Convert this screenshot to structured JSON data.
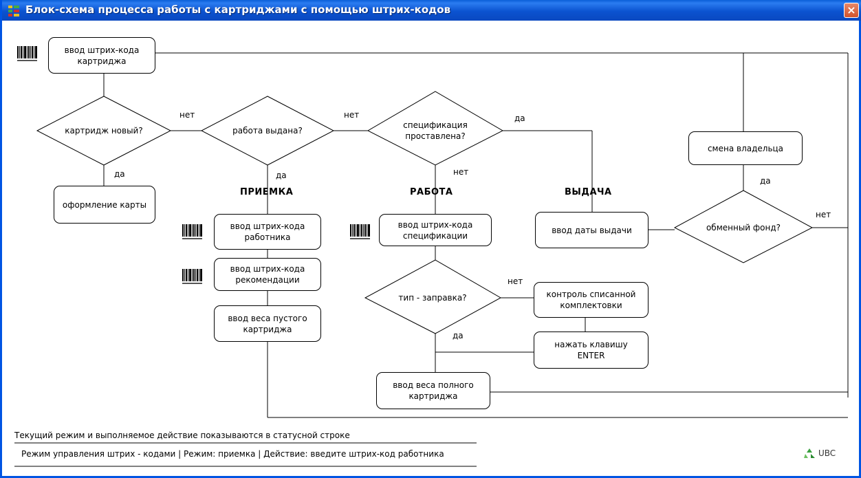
{
  "window": {
    "title": "Блок-схема процесса работы с картриджами с помощью штрих-кодов",
    "close_label": "×"
  },
  "boxes": {
    "input_cartridge": "ввод штрих-кода\nкартриджа",
    "card": "оформление карты",
    "input_worker": "ввод штрих-кода\nработника",
    "input_recommendation": "ввод  штрих-кода\nрекомендации",
    "empty_weight": "ввод веса пустого\nкартриджа",
    "input_spec": "ввод штрих-кода\nспецификации",
    "full_weight": "ввод веса полного\nкартриджа",
    "control": "контроль списанной\nкомплектовки",
    "enter": "нажать клавишу\nENTER",
    "issue_date": "ввод даты выдачи",
    "owner_change": "смена владельца"
  },
  "decisions": {
    "new_cartridge": "картридж новый?",
    "job_issued": "работа выдана?",
    "spec_set": "спецификация\nпроставлена?",
    "type_refill": "тип - заправка?",
    "exchange_fund": "обменный фонд?"
  },
  "labels": {
    "yes": "да",
    "no": "нет"
  },
  "sections": {
    "reception": "ПРИЕМКА",
    "work": "РАБОТА",
    "issue": "ВЫДАЧА"
  },
  "status": {
    "note": "Текущий режим и выполняемое действие показываются в статусной строке",
    "line": "Режим управления штрих - кодами | Режим: приемка | Действие: введите штрих-код работника"
  },
  "logo": {
    "text": "UBC"
  },
  "colors": {
    "titlebar": "#0a5fd8",
    "close": "#d2532c"
  }
}
